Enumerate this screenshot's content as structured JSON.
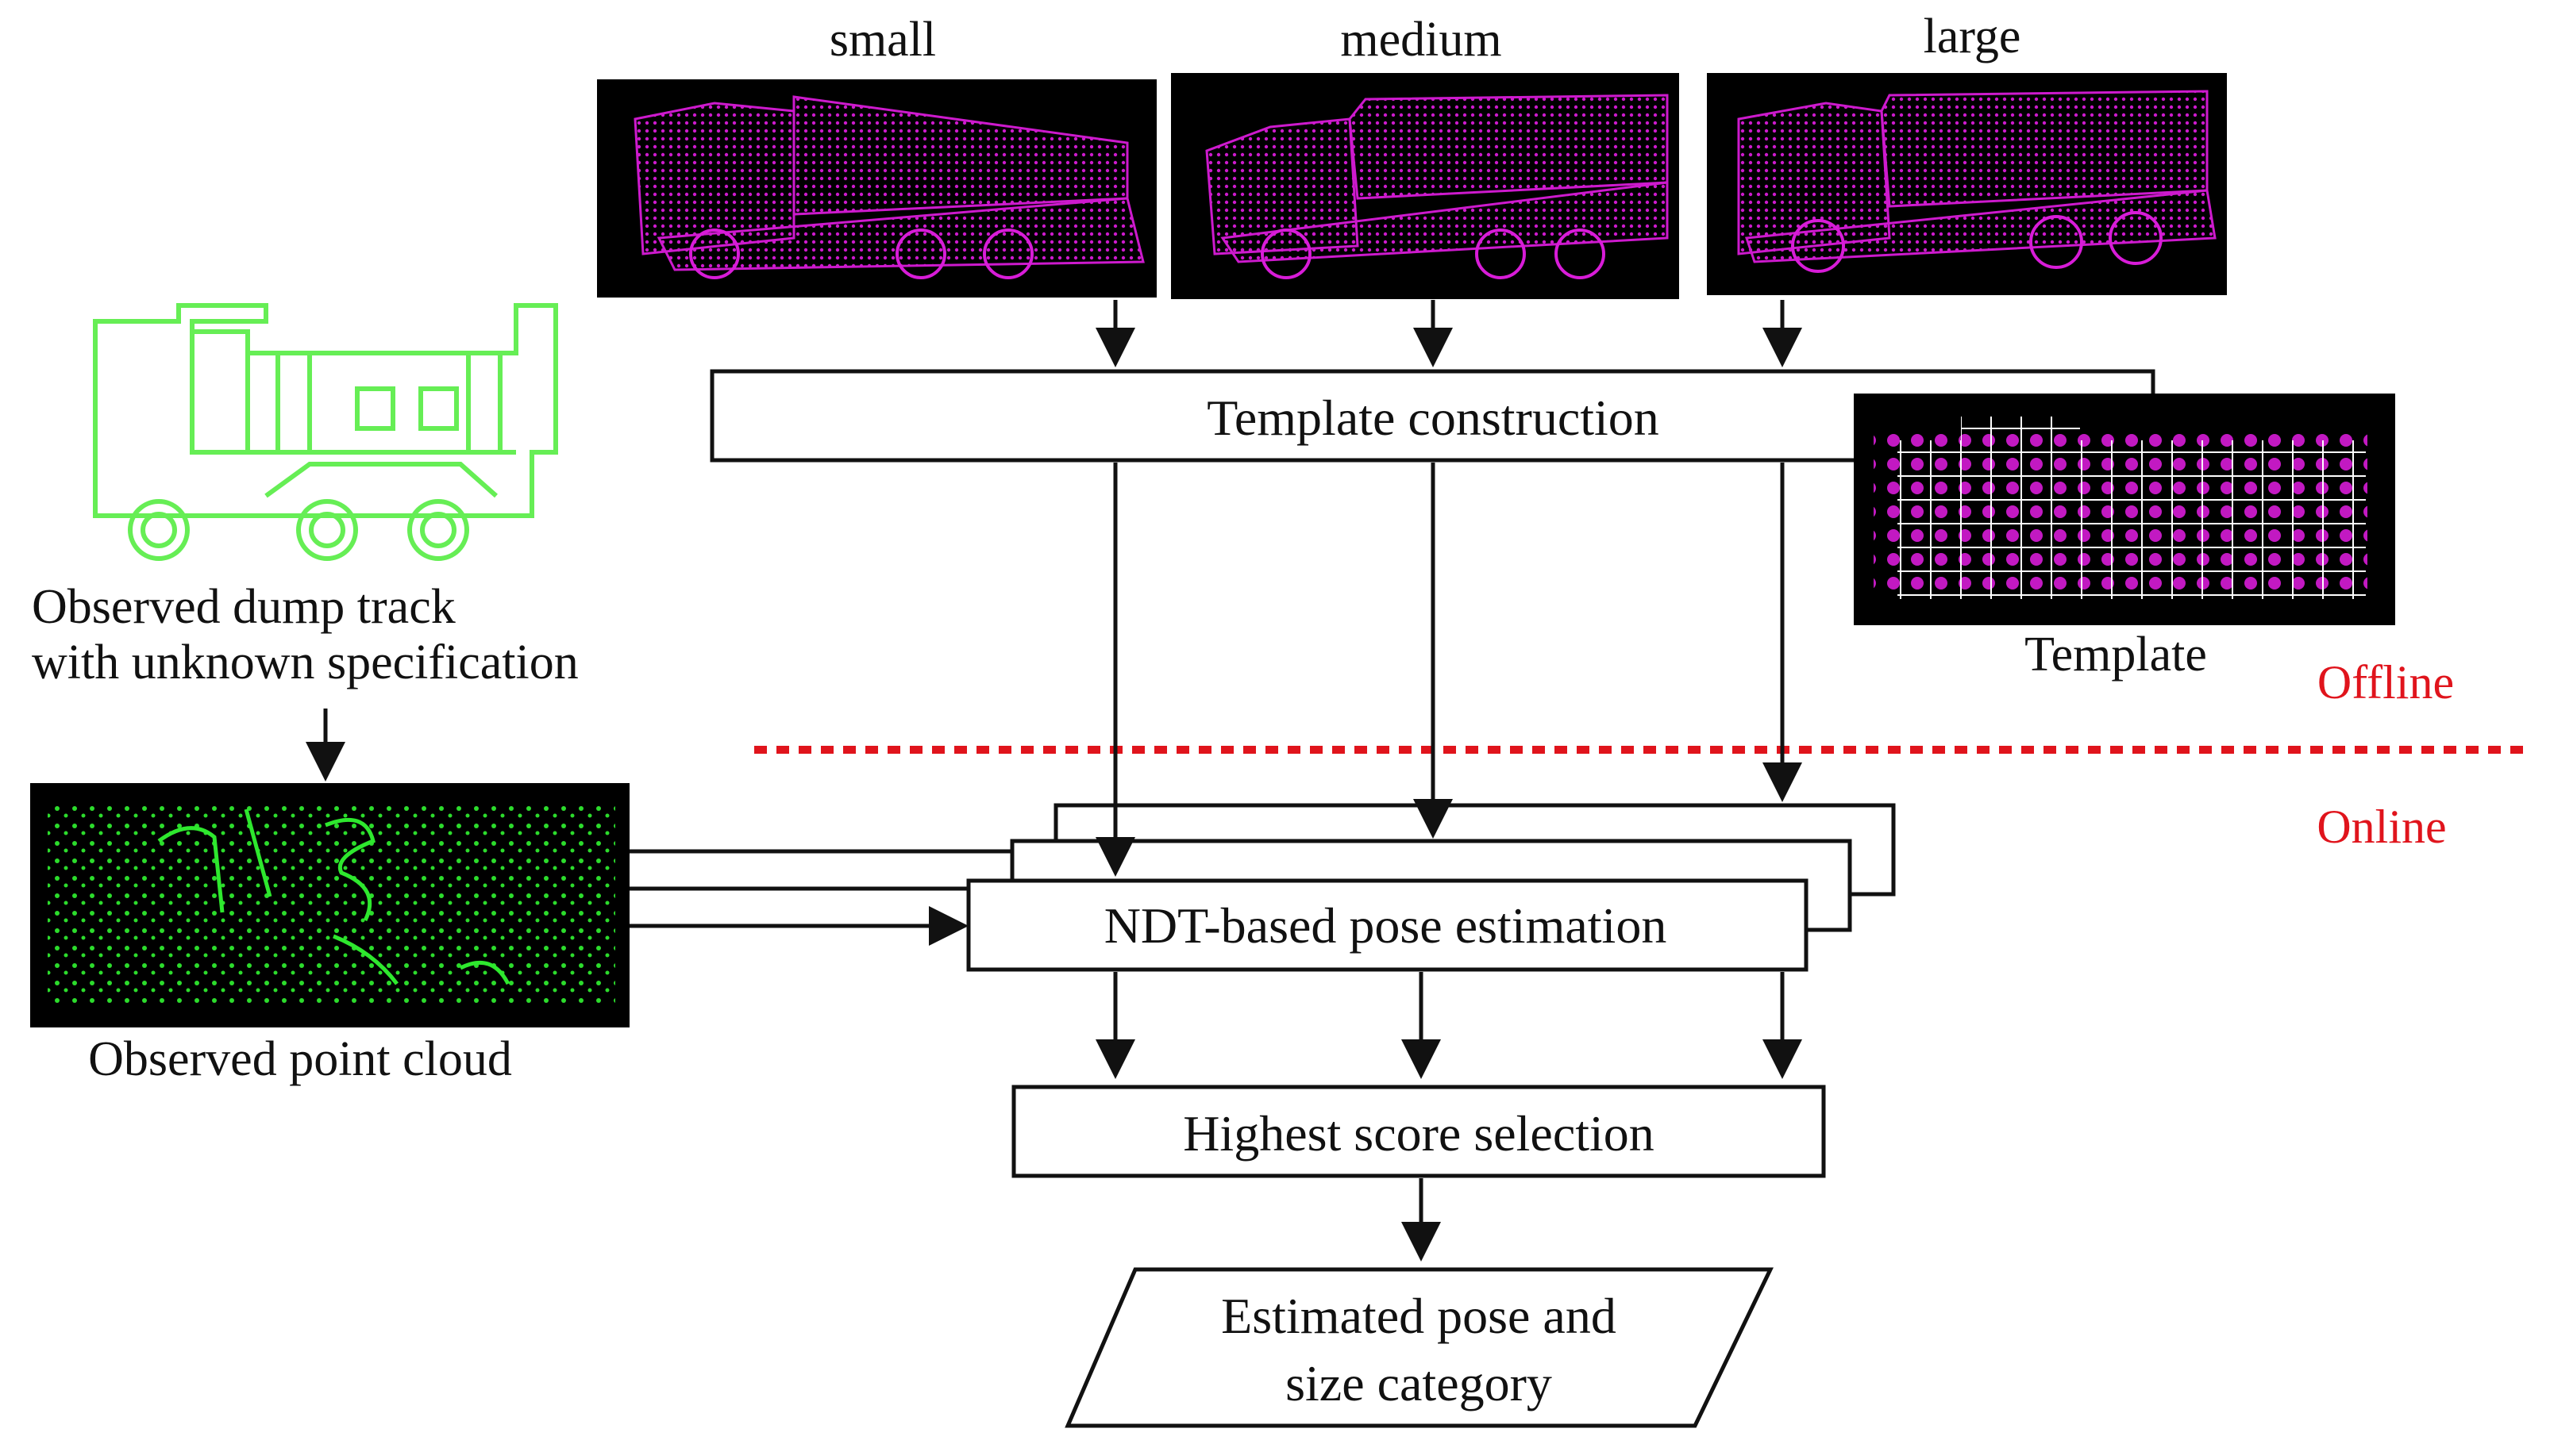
{
  "labels": {
    "small": "small",
    "medium": "medium",
    "large": "large",
    "observed_dump_truck_line1": "Observed dump track",
    "observed_dump_truck_line2": "with unknown specification",
    "template": "Template",
    "offline": "Offline",
    "online": "Online",
    "observed_point_cloud": "Observed point cloud"
  },
  "boxes": {
    "template_construction": "Template construction",
    "ndt_pose_estimation": "NDT-based pose estimation",
    "highest_score_selection": "Highest score selection",
    "output_line1": "Estimated pose and",
    "output_line2": "size category"
  },
  "colors": {
    "point_cloud_template": "#d81cd8",
    "point_cloud_observed": "#2ee82e",
    "truck_outline": "#66ee55",
    "offline_online_divider": "#e0141c",
    "image_background": "#000000"
  }
}
